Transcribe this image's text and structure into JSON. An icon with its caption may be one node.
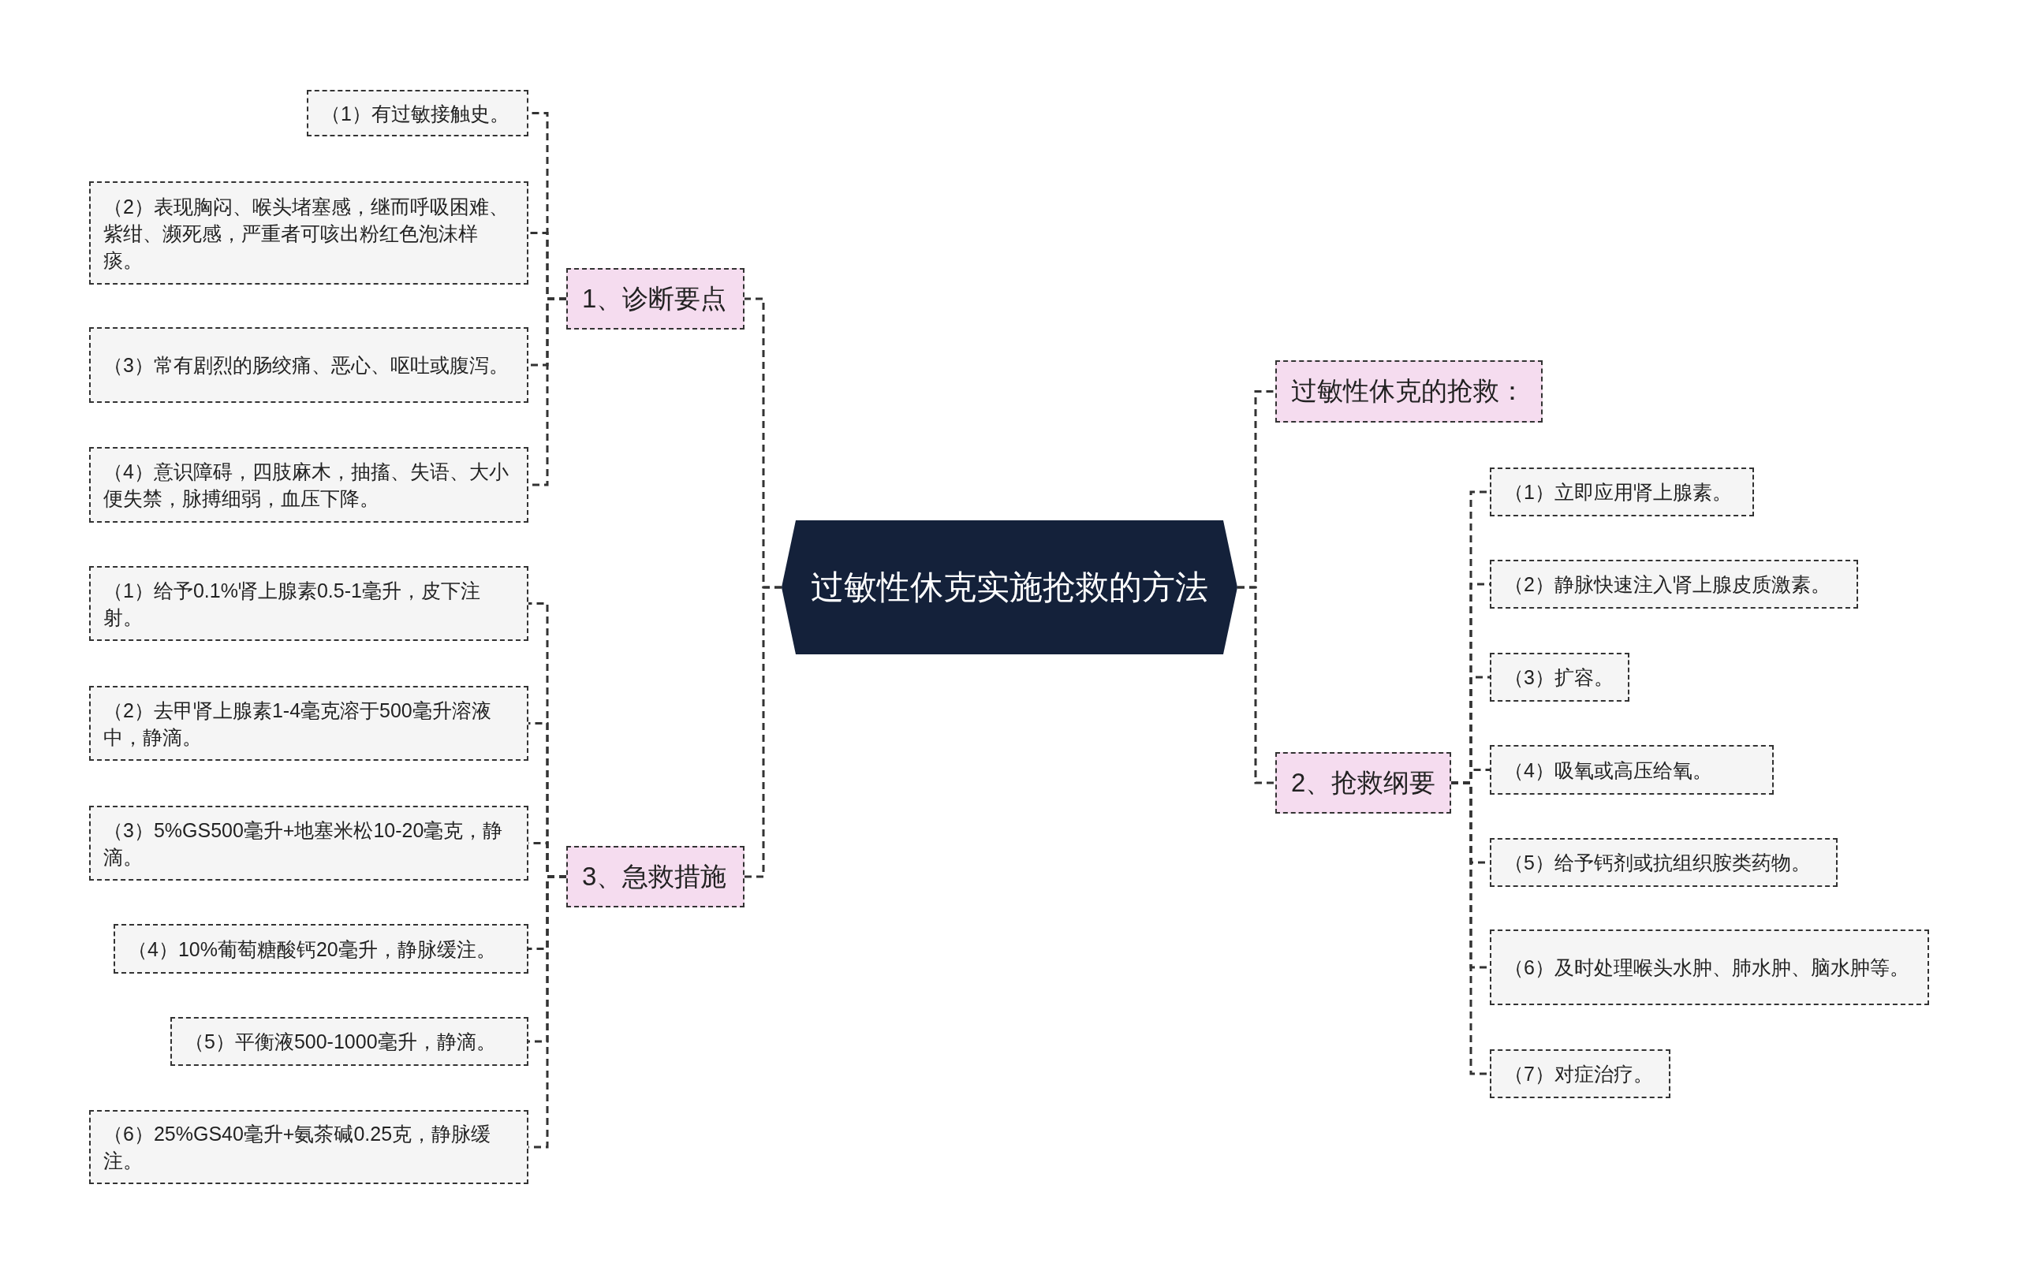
{
  "diagram": {
    "nodes": [
      {
        "text": [
          "过敏性休克实施抢救的方法"
        ]
      },
      {
        "text": [
          "1、诊断要点"
        ]
      },
      {
        "text": [
          "（1）有过敏接触史。"
        ]
      },
      {
        "text": [
          "（2）表现胸闷、喉头堵塞感，继而呼吸困难、紫绀、濒死感，严重者可咳出粉红色泡沫样痰。"
        ]
      },
      {
        "text": [
          "（3）常有剧烈的肠绞痛、恶心、呕吐或腹泻。"
        ]
      },
      {
        "text": [
          "（4）意识障碍，四肢麻木，抽搐、失语、大小便失禁，脉搏细弱，血压下降。"
        ]
      },
      {
        "text": [
          "3、急救措施"
        ]
      },
      {
        "text": [
          "（1）给予0.1%肾上腺素0.5-1毫升，皮下注射。"
        ]
      },
      {
        "text": [
          "（2）去甲肾上腺素1-4毫克溶于500毫升溶液中，静滴。"
        ]
      },
      {
        "text": [
          "（3）5%GS500毫升+地塞米松10-20毫克，静滴。"
        ]
      },
      {
        "text": [
          "（4）10%葡萄糖酸钙20毫升，静脉缓注。"
        ]
      },
      {
        "text": [
          "（5）平衡液500-1000毫升，静滴。"
        ]
      },
      {
        "text": [
          "（6）25%GS40毫升+氨茶碱0.25克，静脉缓注。"
        ]
      },
      {
        "text": [
          "过敏性休克的抢救："
        ]
      },
      {
        "text": [
          "2、抢救纲要"
        ]
      },
      {
        "text": [
          "（1）立即应用肾上腺素。"
        ]
      },
      {
        "text": [
          "（2）静脉快速注入肾上腺皮质激素。"
        ]
      },
      {
        "text": [
          "（3）扩容。"
        ]
      },
      {
        "text": [
          "（4）吸氧或高压给氧。"
        ]
      },
      {
        "text": [
          "（5）给予钙剂或抗组织胺类药物。"
        ]
      },
      {
        "text": [
          "（6）及时处理喉头水肿、肺水肿、脑水肿等。"
        ]
      },
      {
        "text": [
          "（7）对症治疗。"
        ]
      }
    ],
    "edges": [
      {
        "from": 0,
        "to": 1,
        "arrow": "none"
      },
      {
        "from": 1,
        "to": 2,
        "arrow": "none"
      },
      {
        "from": 1,
        "to": 3,
        "arrow": "none"
      },
      {
        "from": 1,
        "to": 4,
        "arrow": "none"
      },
      {
        "from": 1,
        "to": 5,
        "arrow": "none"
      },
      {
        "from": 0,
        "to": 6,
        "arrow": "none"
      },
      {
        "from": 6,
        "to": 7,
        "arrow": "none"
      },
      {
        "from": 6,
        "to": 8,
        "arrow": "none"
      },
      {
        "from": 6,
        "to": 9,
        "arrow": "none"
      },
      {
        "from": 6,
        "to": 10,
        "arrow": "none"
      },
      {
        "from": 6,
        "to": 11,
        "arrow": "none"
      },
      {
        "from": 6,
        "to": 12,
        "arrow": "none"
      },
      {
        "from": 0,
        "to": 13,
        "arrow": "none"
      },
      {
        "from": 0,
        "to": 14,
        "arrow": "none"
      },
      {
        "from": 14,
        "to": 15,
        "arrow": "none"
      },
      {
        "from": 14,
        "to": 16,
        "arrow": "none"
      },
      {
        "from": 14,
        "to": 17,
        "arrow": "none"
      },
      {
        "from": 14,
        "to": 18,
        "arrow": "none"
      },
      {
        "from": 14,
        "to": 19,
        "arrow": "none"
      },
      {
        "from": 14,
        "to": 20,
        "arrow": "none"
      },
      {
        "from": 14,
        "to": 21,
        "arrow": "none"
      }
    ]
  }
}
